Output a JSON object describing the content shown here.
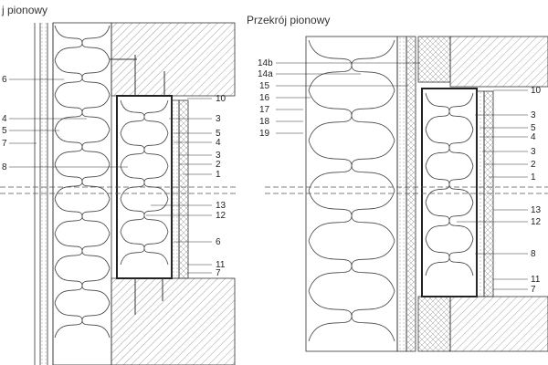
{
  "left_panel": {
    "title": "j pionowy",
    "labels_left": [
      "6",
      "4",
      "5",
      "7",
      "8"
    ],
    "labels_right": [
      "10",
      "3",
      "5",
      "4",
      "3",
      "2",
      "1",
      "13",
      "12",
      "6",
      "11",
      "7"
    ]
  },
  "right_panel": {
    "title": "Przekrój pionowy",
    "labels_left": [
      "14b",
      "14a",
      "15",
      "16",
      "17",
      "18",
      "19"
    ],
    "labels_right": [
      "10",
      "3",
      "5",
      "4",
      "3",
      "2",
      "1",
      "13",
      "12",
      "8",
      "11",
      "7"
    ]
  },
  "colors": {
    "line": "#333333",
    "hatch": "#777777",
    "concrete": "#d9d9d9"
  }
}
